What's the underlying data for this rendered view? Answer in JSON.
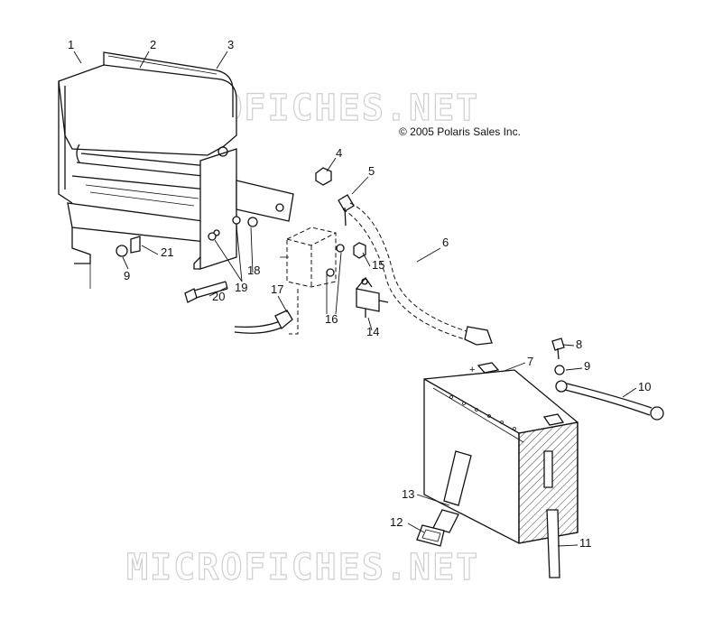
{
  "copyright": "© 2005 Polaris Sales Inc.",
  "watermark_top": "MICROFICHES.NET",
  "watermark_bottom": "MICROFICHES.NET",
  "battery_polarity": "+",
  "callouts": [
    "1",
    "2",
    "3",
    "4",
    "5",
    "6",
    "7",
    "8",
    "9",
    "10",
    "11",
    "12",
    "13",
    "14",
    "15",
    "16",
    "17",
    "18",
    "19",
    "20",
    "21",
    "9"
  ]
}
